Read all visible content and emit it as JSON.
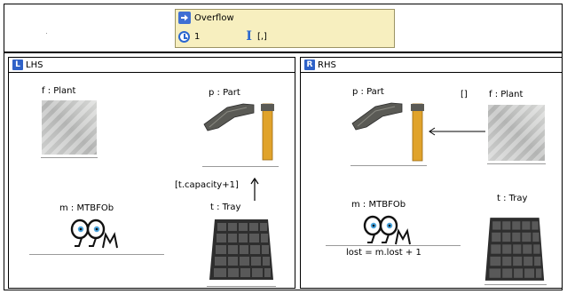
{
  "rule": {
    "name": "Overflow",
    "priority": "1",
    "multiplicity": "[,]"
  },
  "lhs": {
    "title": "LHS",
    "plant_label": "f : Plant",
    "part_label": "p : Part",
    "mtbf_label": "m : MTBFOb",
    "tray_label": "t : Tray",
    "tray_constraint": "[t.capacity+1]"
  },
  "rhs": {
    "title": "RHS",
    "part_label": "p : Part",
    "plant_label": "f : Plant",
    "multiplicity": "[]",
    "mtbf_label": "m : MTBFOb",
    "mtbf_assignment": "lost = m.lost + 1",
    "tray_label": "t : Tray"
  },
  "icons": {
    "overflow": "rule-arrow-icon",
    "priority": "clock-icon",
    "multiplicity": "ibeam-icon",
    "lhs": "letter-l-icon",
    "rhs": "letter-r-icon"
  }
}
